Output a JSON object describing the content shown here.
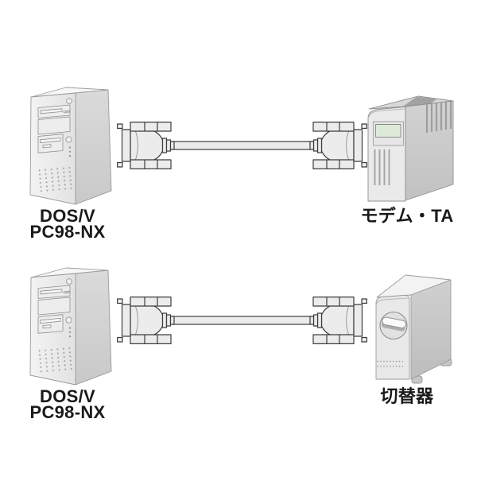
{
  "colors": {
    "background": "#ffffff",
    "label_text": "#1a1a1a",
    "lcd_green": "#dcead7"
  },
  "diagram": {
    "rows": [
      {
        "source_device": {
          "type": "pc-tower",
          "label_line1": "DOS/V",
          "label_line2": "PC98-NX"
        },
        "cable": {
          "type": "rs232c-serial-cable",
          "connector_left": "d-sub-connector",
          "connector_right": "d-sub-connector"
        },
        "target_device": {
          "type": "modem-terminal-adapter",
          "label": "モデム・TA"
        }
      },
      {
        "source_device": {
          "type": "pc-tower",
          "label_line1": "DOS/V",
          "label_line2": "PC98-NX"
        },
        "cable": {
          "type": "rs232c-serial-cable",
          "connector_left": "d-sub-connector",
          "connector_right": "d-sub-connector"
        },
        "target_device": {
          "type": "switch-unit",
          "label": "切替器"
        }
      }
    ]
  }
}
